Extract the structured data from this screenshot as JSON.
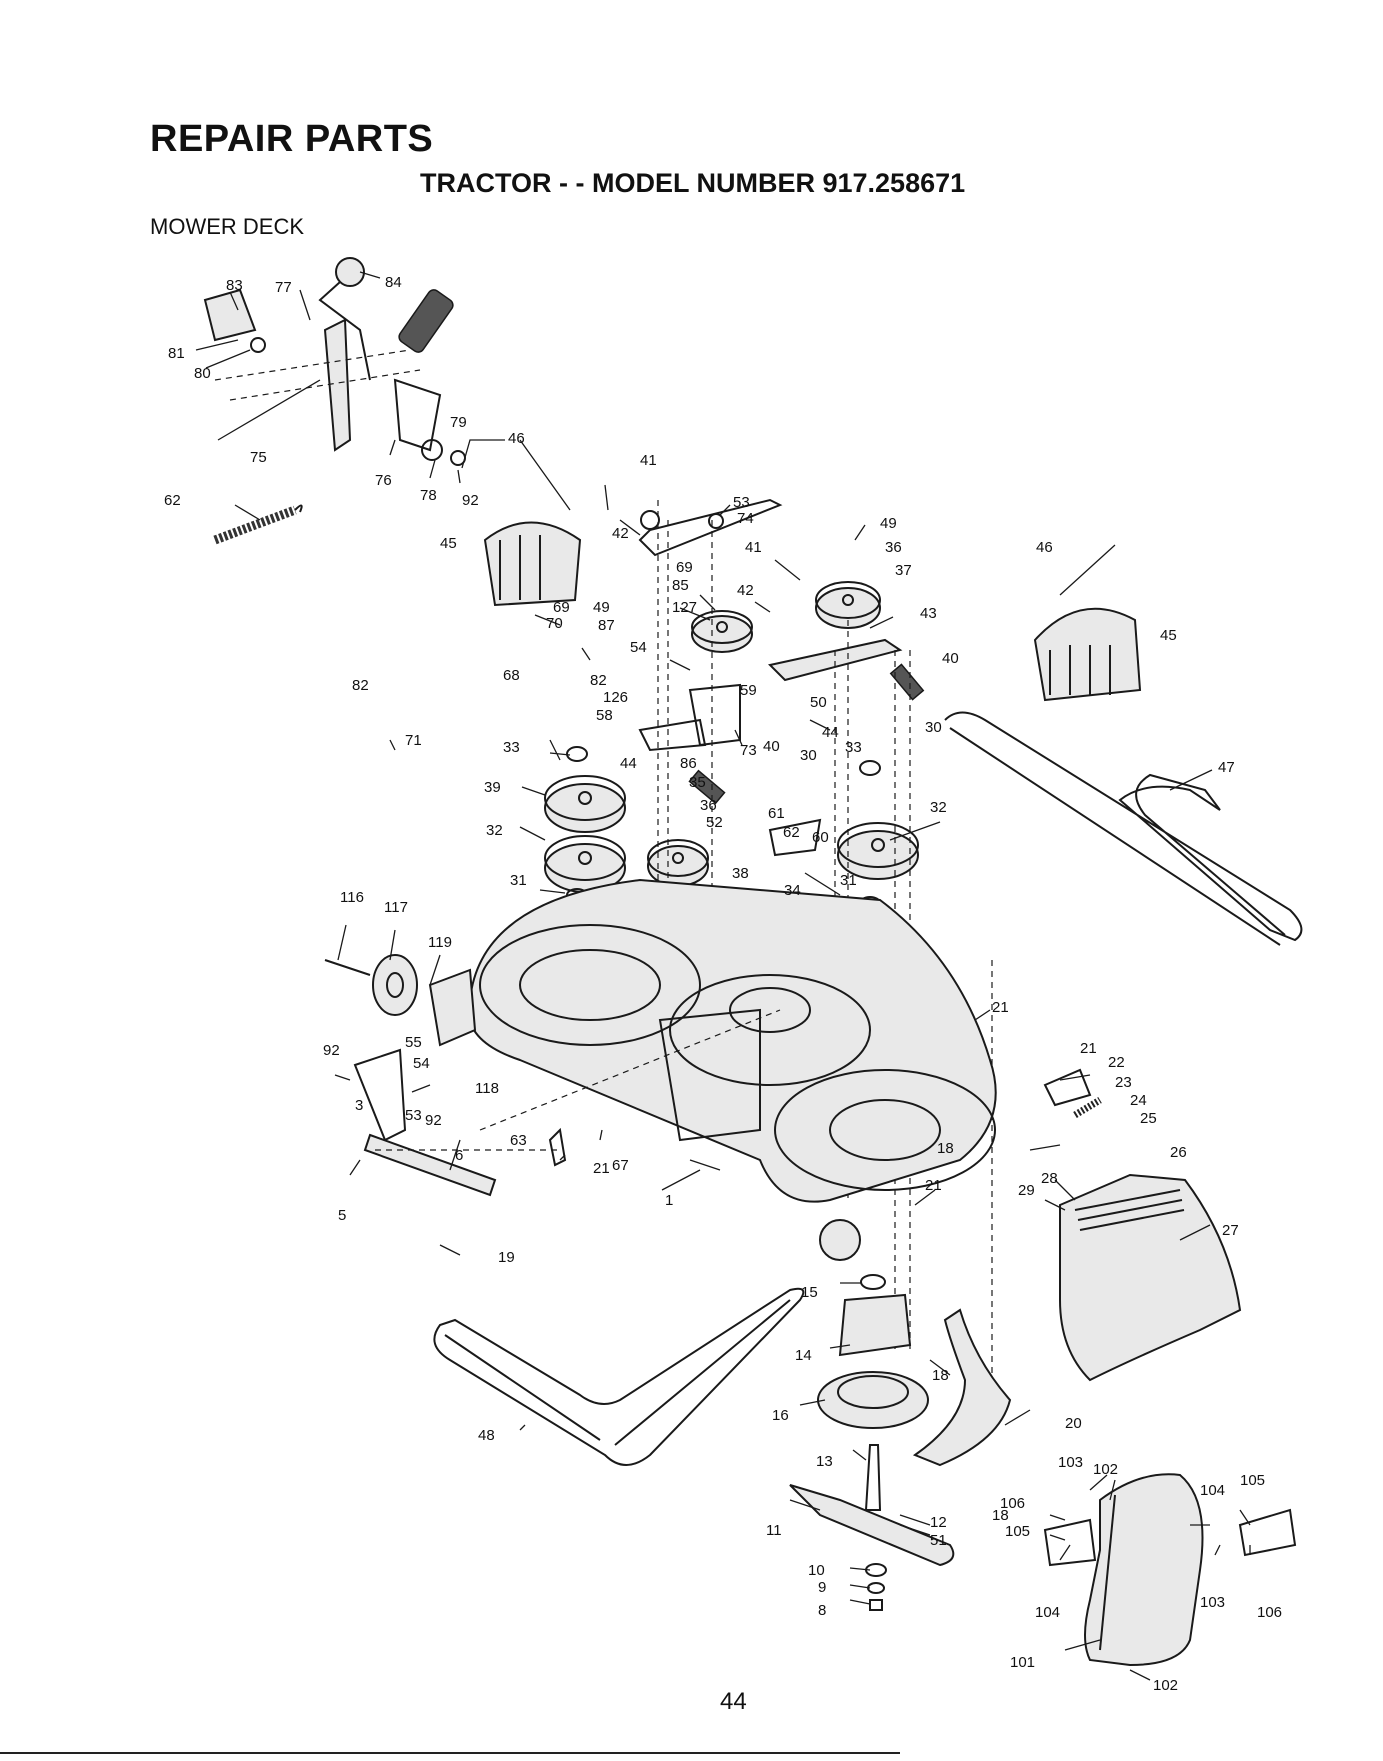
{
  "header": {
    "title": "REPAIR PARTS",
    "subtitle": "TRACTOR - - MODEL NUMBER 917.258671",
    "section": "MOWER DECK"
  },
  "page_number": "44",
  "labels": {
    "l83": "83",
    "l77": "77",
    "l84": "84",
    "l81": "81",
    "l80": "80",
    "l79": "79",
    "l75": "75",
    "l76": "76",
    "l78": "78",
    "l92a": "92",
    "l62a": "62",
    "l46a": "46",
    "l45a": "45",
    "l41a": "41",
    "l53a": "53",
    "l74": "74",
    "l42a": "42",
    "l49a": "49",
    "l36a": "36",
    "l41b": "41",
    "l69a": "69",
    "l85": "85",
    "l37": "37",
    "l127": "127",
    "l42b": "42",
    "l43": "43",
    "l46b": "46",
    "l45b": "45",
    "l69b": "69",
    "l49b": "49",
    "l87": "87",
    "l70": "70",
    "l54a": "54",
    "l68": "68",
    "l82a": "82",
    "l82b": "82",
    "l126": "126",
    "l59": "59",
    "l40a": "40",
    "l58": "58",
    "l50": "50",
    "l44a": "44",
    "l47": "47",
    "l71": "71",
    "l33a": "33",
    "l73": "73",
    "l86": "86",
    "l44b": "44",
    "l30a": "30",
    "l33b": "33",
    "l30b": "30",
    "l40b": "40",
    "l35": "35",
    "l39": "39",
    "l36b": "36",
    "l52": "52",
    "l61": "61",
    "l32a": "32",
    "l62b": "62",
    "l60": "60",
    "l32b": "32",
    "l38": "38",
    "l31a": "31",
    "l31b": "31",
    "l34": "34",
    "l116": "116",
    "l117": "117",
    "l119": "119",
    "l21a": "21",
    "l21b": "21",
    "l22": "22",
    "l23": "23",
    "l24": "24",
    "l25": "25",
    "l26": "26",
    "l92b": "92",
    "l55": "55",
    "l54b": "54",
    "l118": "118",
    "l3": "3",
    "l53b": "53",
    "l92c": "92",
    "l63": "63",
    "l18a": "18",
    "l29": "29",
    "l28": "28",
    "l6": "6",
    "l21c": "21",
    "l67": "67",
    "l21d": "21",
    "l27": "27",
    "l5": "5",
    "l1": "1",
    "l19": "19",
    "l15": "15",
    "l14": "14",
    "l18b": "18",
    "l16": "16",
    "l20": "20",
    "l48": "48",
    "l13": "13",
    "l103a": "103",
    "l102a": "102",
    "l104a": "104",
    "l105a": "105",
    "l11": "11",
    "l12": "12",
    "l51": "51",
    "l106a": "106",
    "l105b": "105",
    "l18c": "18",
    "l10": "10",
    "l9": "9",
    "l8": "8",
    "l104b": "104",
    "l103b": "103",
    "l106b": "106",
    "l101": "101",
    "l102b": "102"
  }
}
